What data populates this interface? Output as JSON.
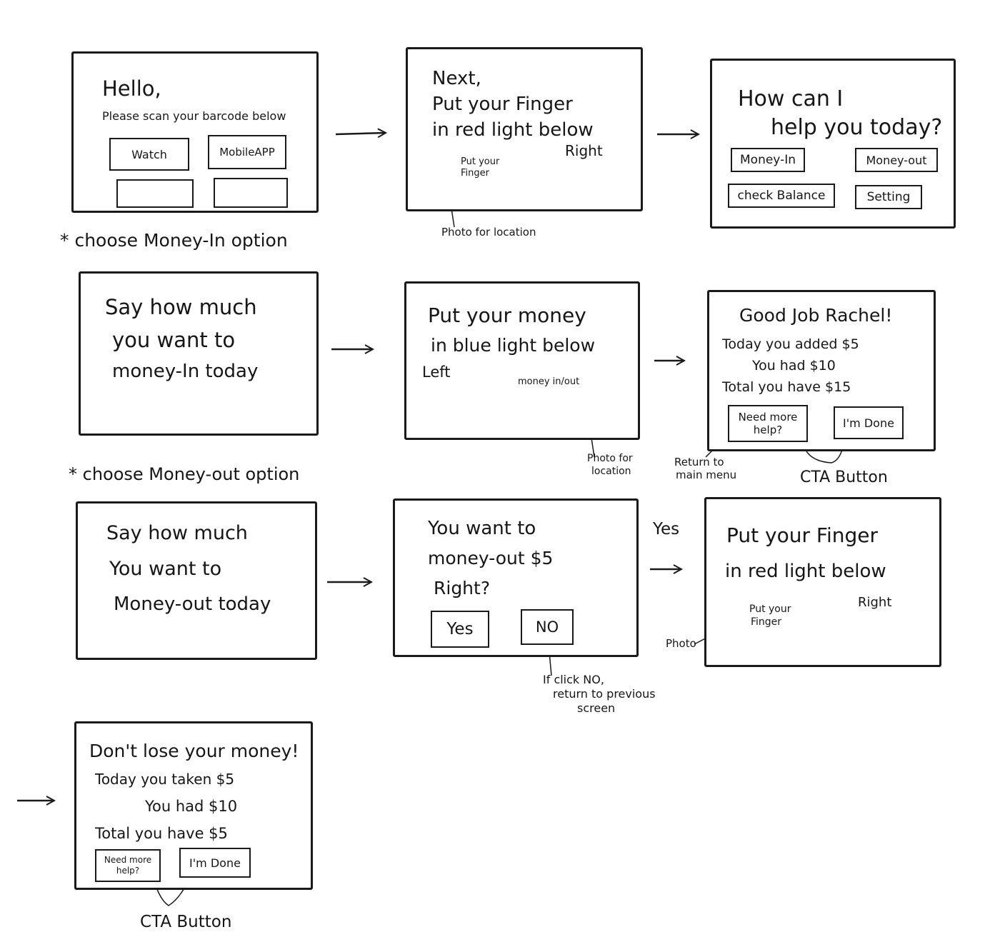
{
  "notes": {
    "money_in_option": "* choose Money-In option",
    "money_out_option": "* choose Money-out option"
  },
  "s1": {
    "greeting": "Hello,",
    "instruction": "Please scan your barcode below",
    "option_watch": "Watch",
    "option_mobile_app": "MobileAPP"
  },
  "s2": {
    "line1": "Next,",
    "line2": "Put your Finger",
    "line3": "in red light below",
    "device_label_1": "Put your",
    "device_label_2": "Finger",
    "direction": "Right",
    "annotation": "Photo for location"
  },
  "s3": {
    "line1": "How can I",
    "line2": "help you today?",
    "btn_money_in": "Money-In",
    "btn_money_out": "Money-out",
    "btn_check_balance": "check Balance",
    "btn_setting": "Setting"
  },
  "s4": {
    "line1": "Say how much",
    "line2": "you want to",
    "line3": "money-In today"
  },
  "s5": {
    "line1": "Put your money",
    "line2": "in blue light below",
    "direction": "Left",
    "device_label": "money in/out",
    "annotation_1": "Photo for",
    "annotation_2": "location"
  },
  "s6": {
    "title": "Good Job Rachel!",
    "line1": "Today you added $5",
    "line2": "You had $10",
    "line3": "Total you have $15",
    "btn_help_1": "Need more",
    "btn_help_2": "help?",
    "btn_done": "I'm Done",
    "annotation_return_1": "Return to",
    "annotation_return_2": "main menu",
    "annotation_cta": "CTA Button"
  },
  "s7": {
    "line1": "Say how much",
    "line2": "You want to",
    "line3": "Money-out today"
  },
  "s8": {
    "line1": "You want to",
    "line2": "money-out $5",
    "line3": "Right?",
    "btn_yes": "Yes",
    "btn_no": "NO",
    "annotation_1": "If click NO,",
    "annotation_2": "return to previous",
    "annotation_3": "screen"
  },
  "s9": {
    "edge_label": "Yes",
    "line1": "Put your Finger",
    "line2": "in red light below",
    "device_label_1": "Put your",
    "device_label_2": "Finger",
    "direction": "Right",
    "annotation": "Photo"
  },
  "s10": {
    "title": "Don't lose your money!",
    "line1": "Today you taken $5",
    "line2": "You had $10",
    "line3": "Total you have $5",
    "btn_help_1": "Need more",
    "btn_help_2": "help?",
    "btn_done": "I'm Done",
    "annotation_cta": "CTA Button"
  }
}
